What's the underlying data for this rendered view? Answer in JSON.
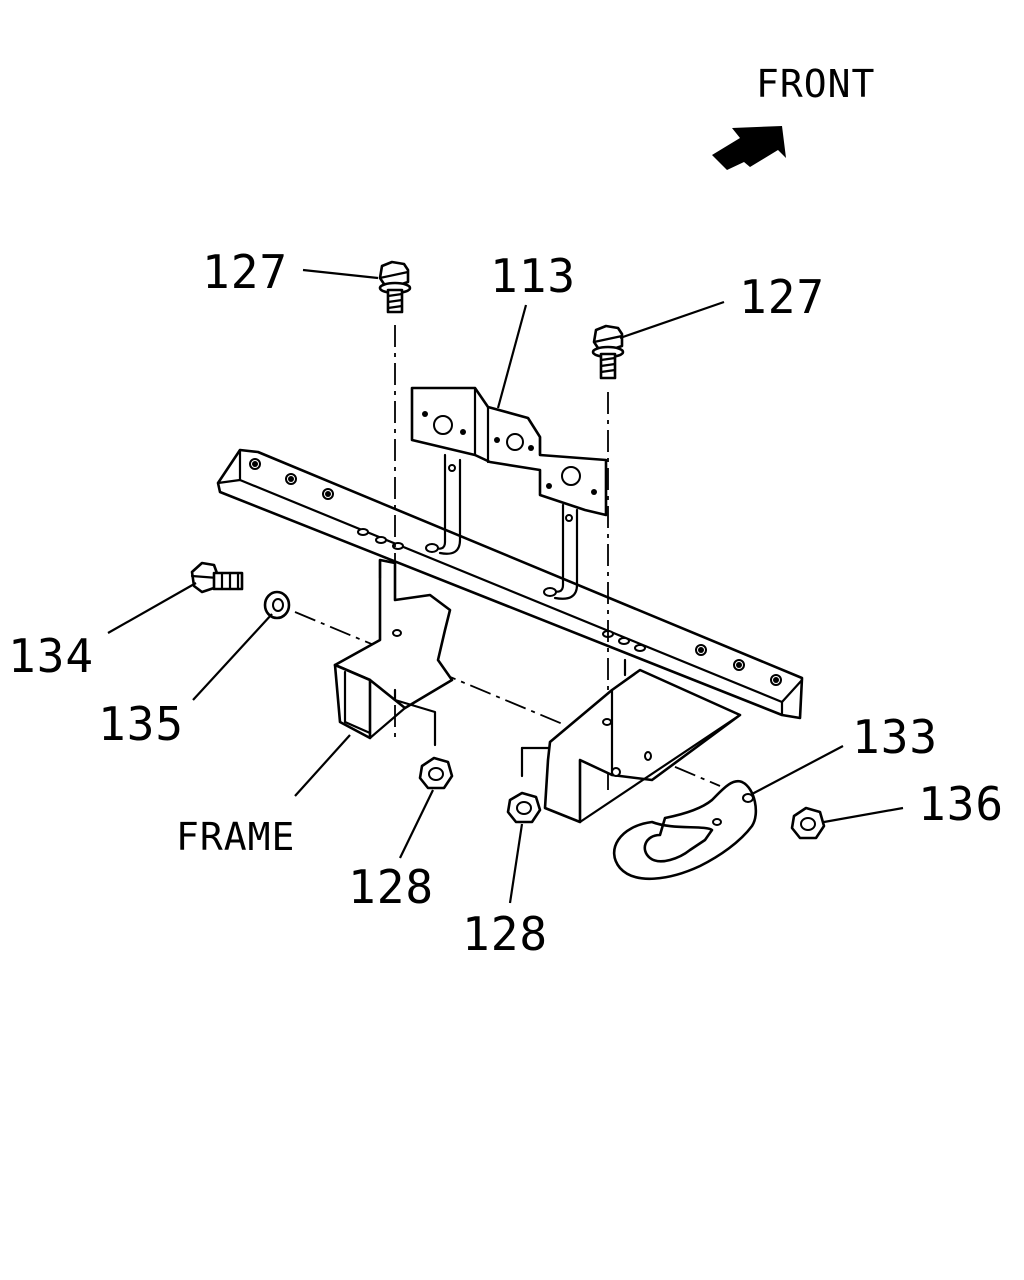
{
  "diagram": {
    "front_label": "FRONT",
    "frame_label": "FRAME",
    "callouts": {
      "bolt_left": "127",
      "bracket": "113",
      "bolt_right": "127",
      "side_bolt": "134",
      "washer": "135",
      "nut_left": "128",
      "nut_right": "128",
      "hook": "133",
      "hook_nut": "136"
    }
  }
}
